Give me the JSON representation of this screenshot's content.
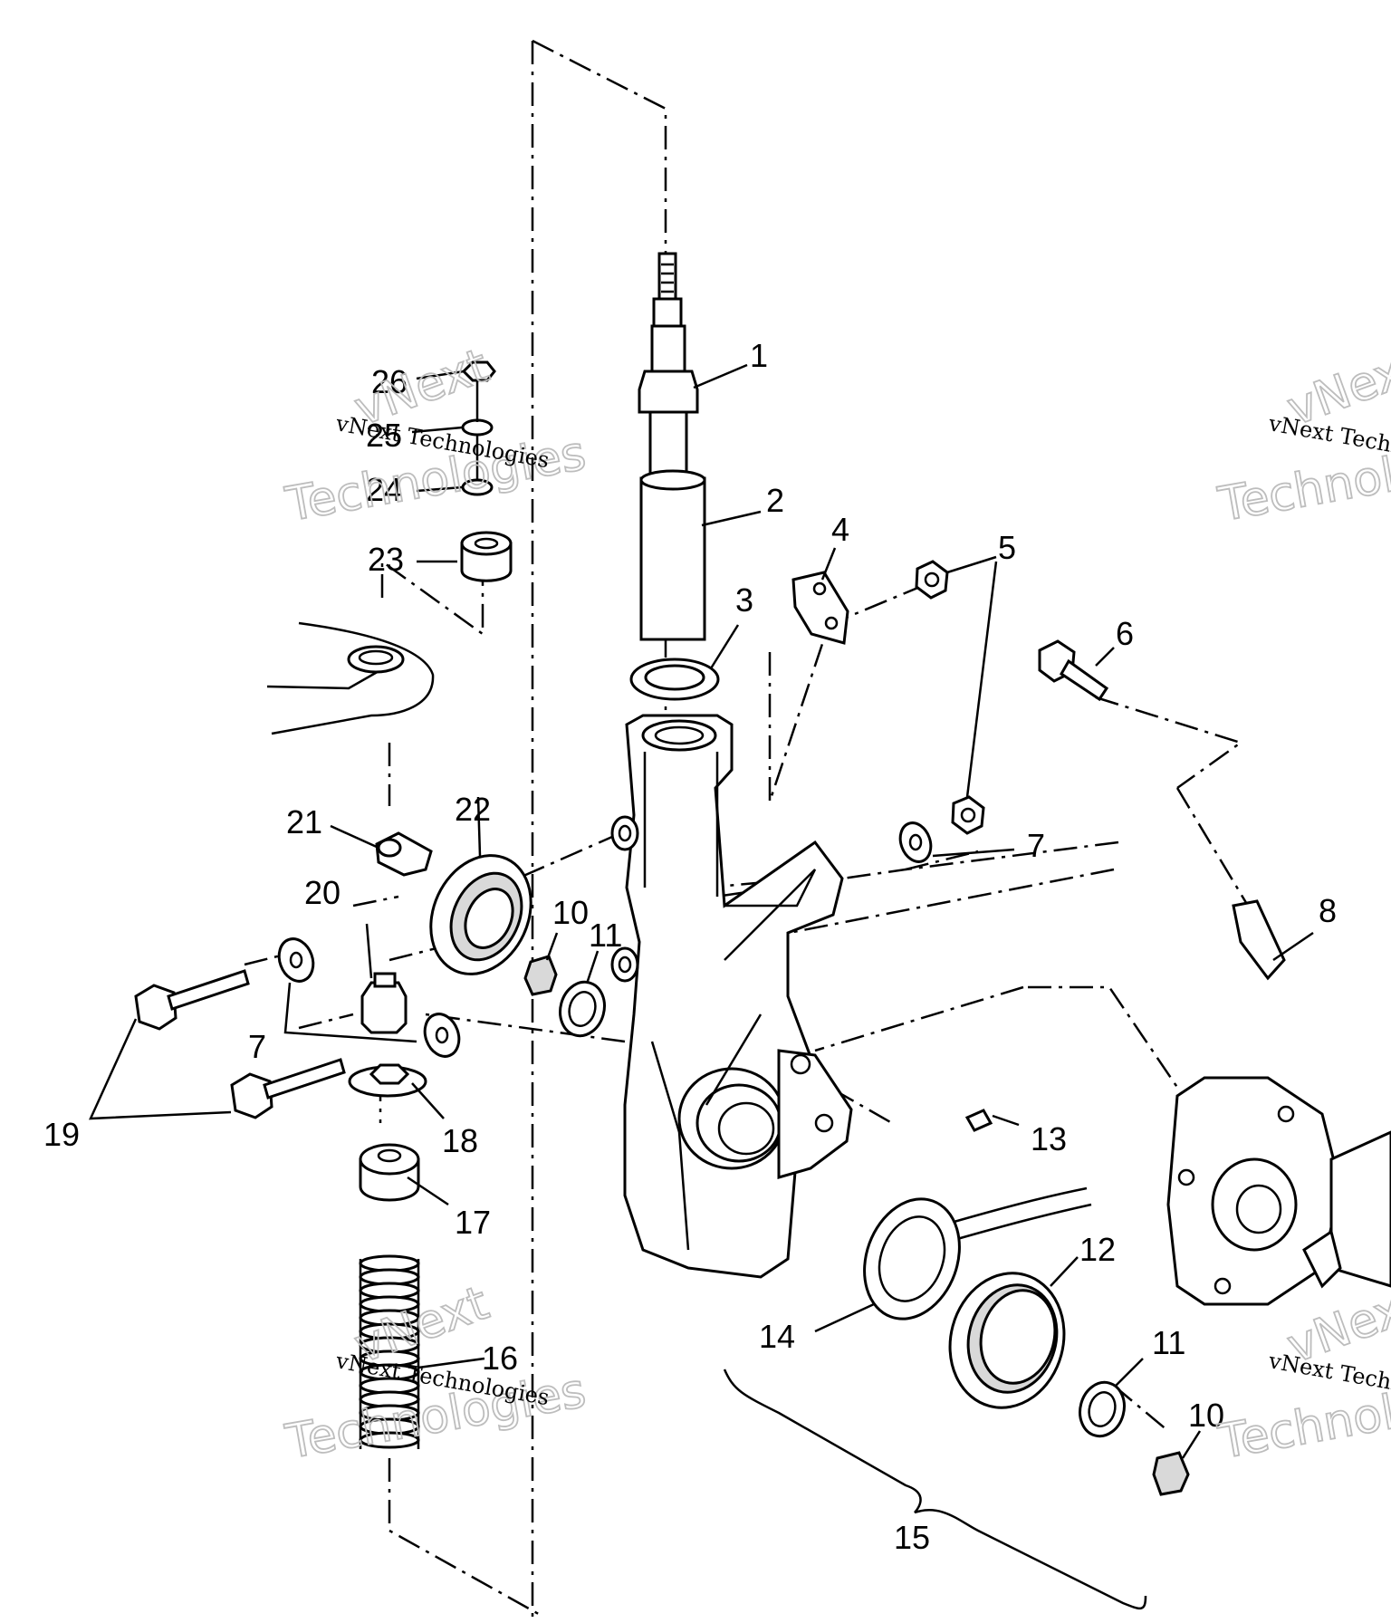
{
  "watermark": {
    "line1": "vNext Technologies",
    "big_word1": "vNext",
    "big_word2": "Technologies"
  },
  "callouts": {
    "c1": "1",
    "c2": "2",
    "c3": "3",
    "c4": "4",
    "c5": "5",
    "c6": "6",
    "c7a": "7",
    "c7b": "7",
    "c8": "8",
    "c10a": "10",
    "c10b": "10",
    "c11a": "11",
    "c11b": "11",
    "c12": "12",
    "c13": "13",
    "c14": "14",
    "c15": "15",
    "c16": "16",
    "c17": "17",
    "c18": "18",
    "c19": "19",
    "c20": "20",
    "c21": "21",
    "c22": "22",
    "c23": "23",
    "c24": "24",
    "c25": "25",
    "c26": "26"
  },
  "colors": {
    "ink": "#000000",
    "paper": "#ffffff",
    "watermark": "#bdbdbd"
  }
}
